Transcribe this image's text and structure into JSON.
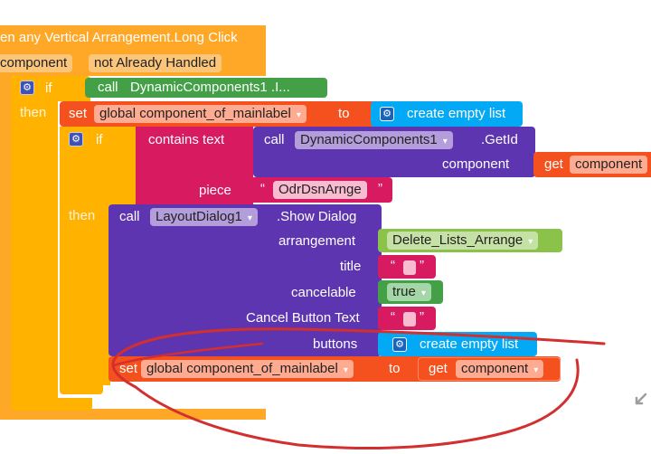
{
  "event": {
    "header": "en any Vertical Arrangement.Long Click",
    "param1": "component",
    "param2": "not Already Handled"
  },
  "if1": {
    "if_label": "if",
    "then_label": "then",
    "call_label": "call",
    "call_target": "DynamicComponents1 .I..."
  },
  "set1": {
    "set_label": "set",
    "var_name": "global component_of_mainlabel",
    "to_label": "to",
    "value_label": "create empty list"
  },
  "if2": {
    "if_label": "if",
    "then_label": "then",
    "contains_label": "contains  text",
    "call_label": "call",
    "component_name": "DynamicComponents1",
    "method": ".GetId",
    "component_arg": "component",
    "get_label": "get",
    "get_value": "component",
    "piece_label": "piece",
    "piece_value": "OdrDsnArnge"
  },
  "dialog": {
    "call_label": "call",
    "component_name": "LayoutDialog1",
    "method": ".Show Dialog",
    "arrangement_label": "arrangement",
    "arrangement_value": "Delete_Lists_Arrange",
    "title_label": "title",
    "cancelable_label": "cancelable",
    "cancelable_value": "true",
    "cancel_text_label": "Cancel Button Text",
    "buttons_label": "buttons",
    "buttons_value": "create empty list"
  },
  "set2": {
    "set_label": "set",
    "var_name": "global component_of_mainlabel",
    "to_label": "to",
    "get_label": "get",
    "get_value": "component"
  },
  "colors": {
    "event": "#ffa726",
    "control": "#ffb300",
    "variable": "#f4511e",
    "list": "#03a9f4",
    "component_call": "#5e35b1",
    "text": "#d81b60",
    "logic": "#43a047",
    "component_ref": "#8bc34a",
    "annotation": "#d32f2f"
  },
  "icons": [
    "gear-icon",
    "dropdown-arrow-icon",
    "expand-arrow-icon"
  ]
}
